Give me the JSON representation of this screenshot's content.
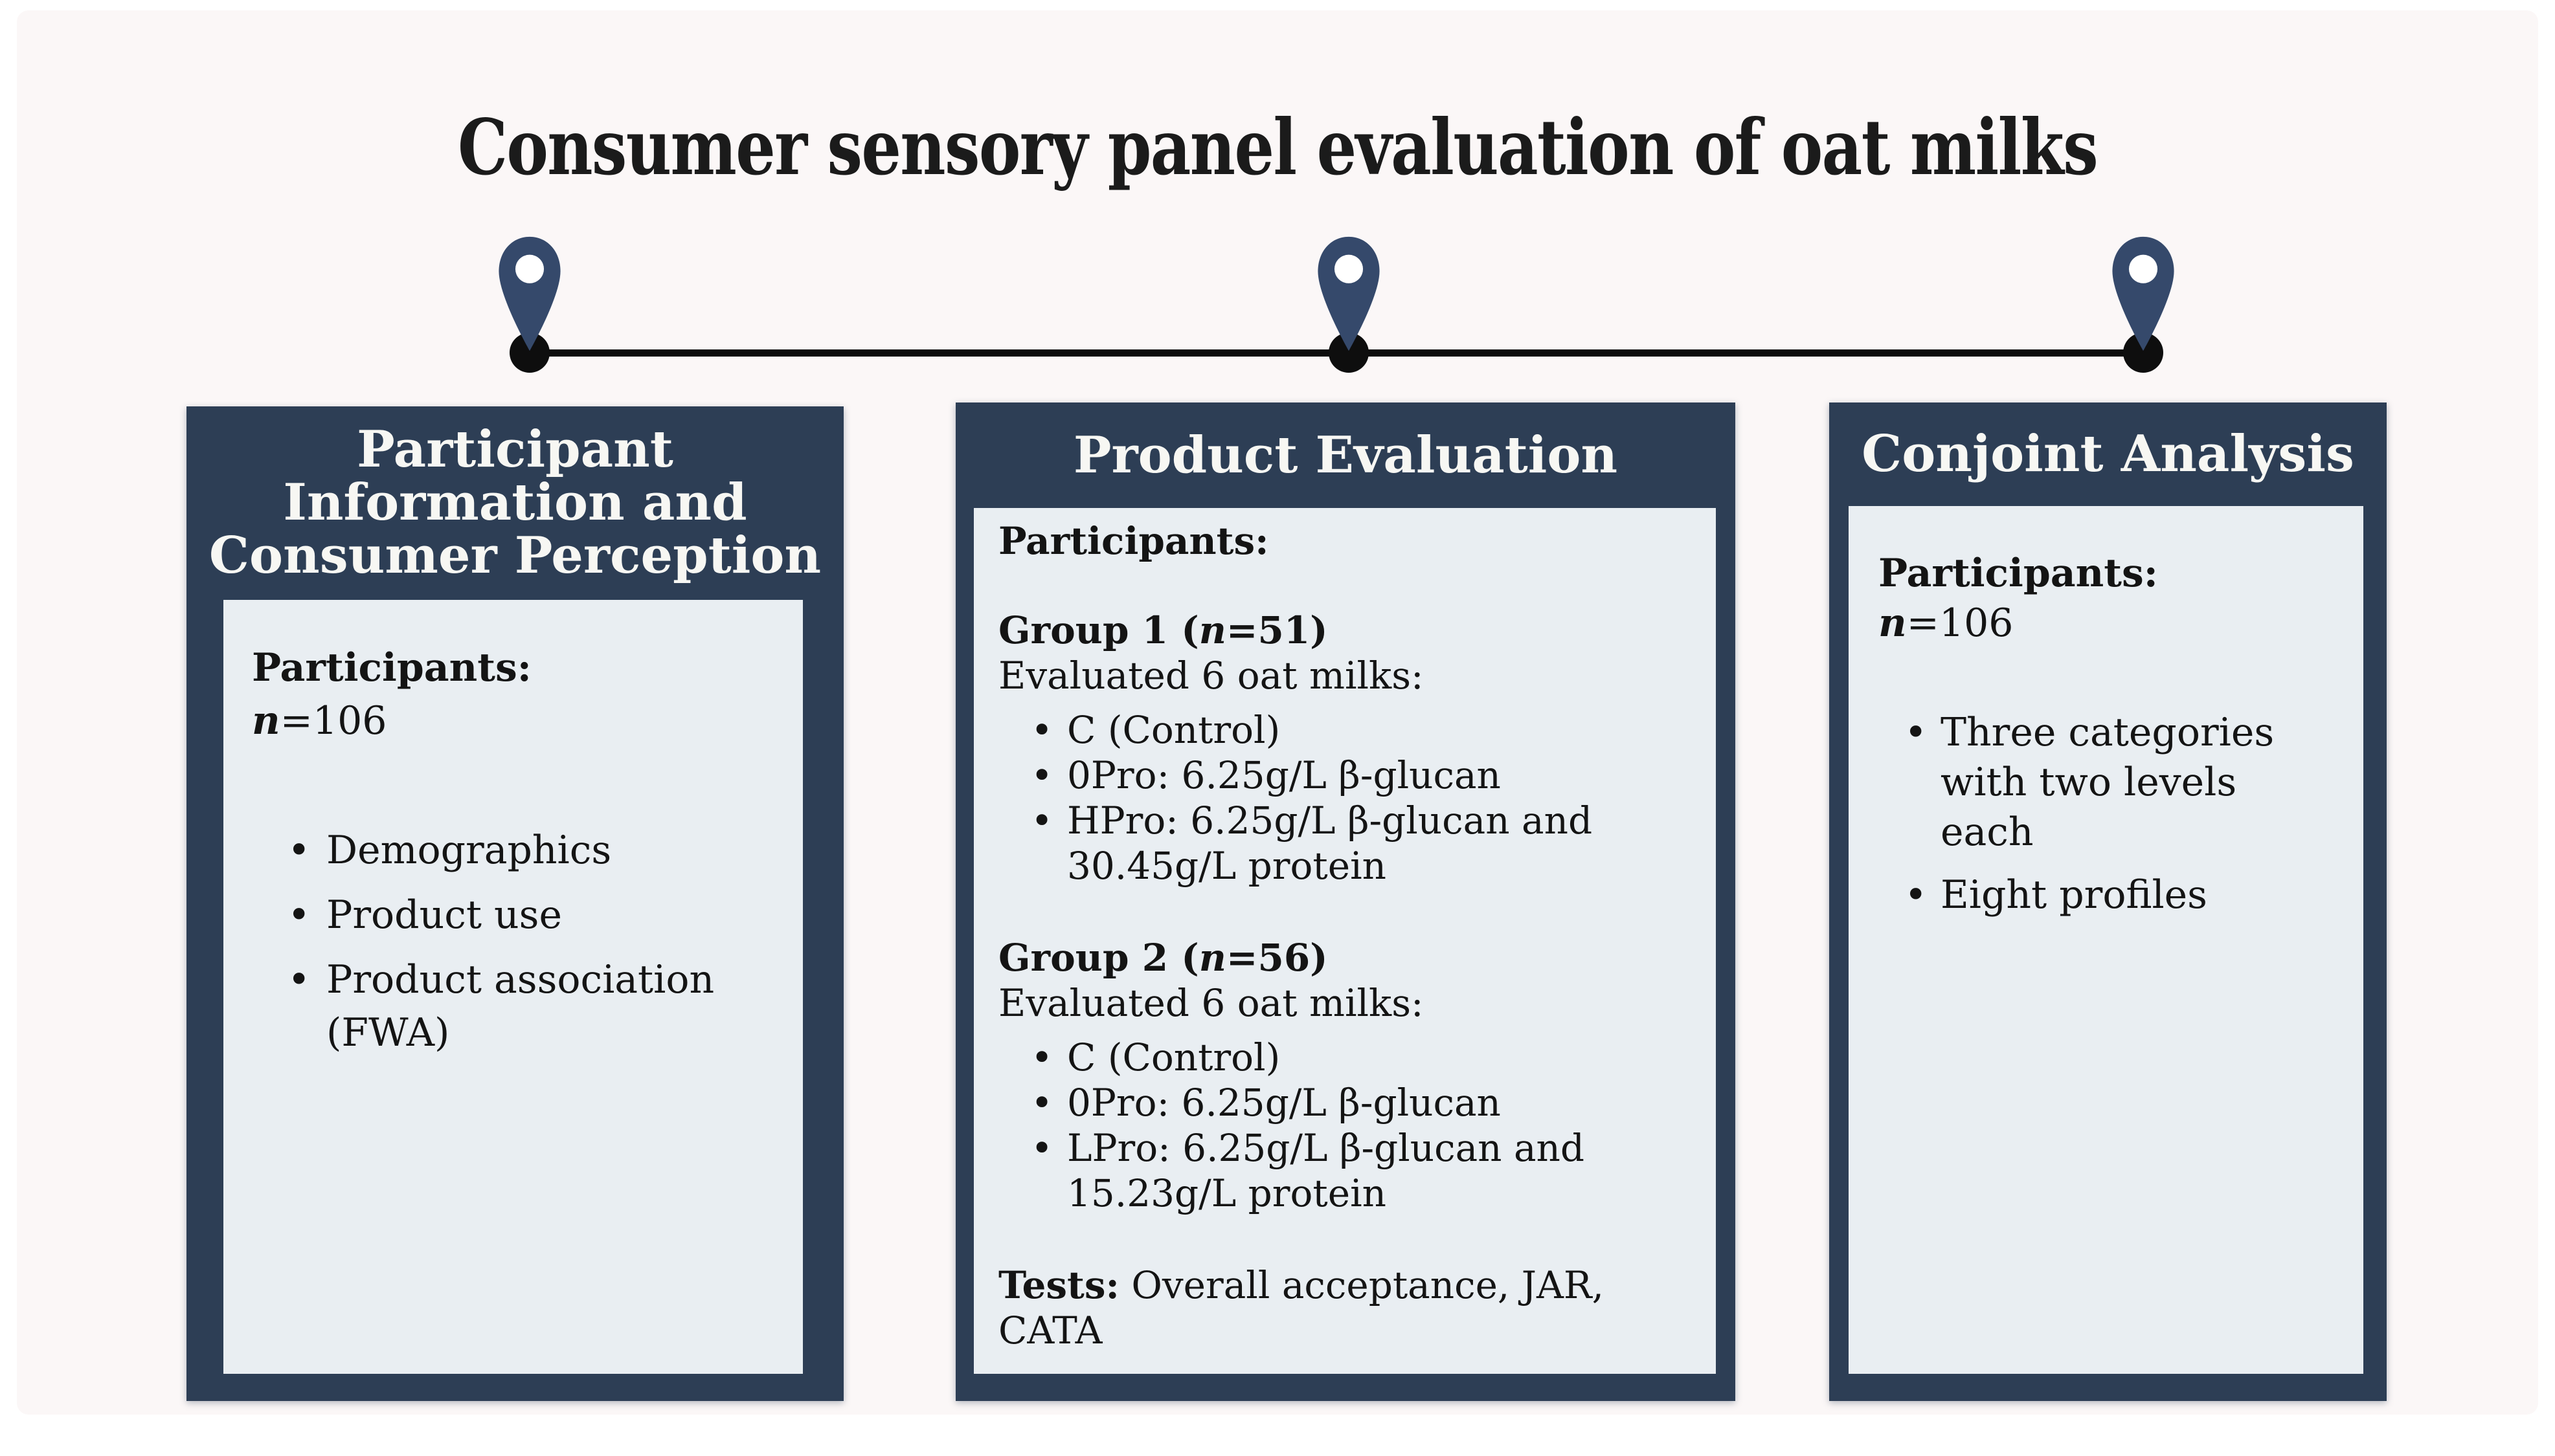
{
  "title": "Consumer sensory panel evaluation of oat milks",
  "colors": {
    "panel_navy": "#2d3e55",
    "pin_navy": "#35496b",
    "inner_box": "#e9eef2",
    "timeline_black": "#0b0b0b",
    "page_background": "#fbf7f7",
    "header_text": "#f7f7f3",
    "body_text": "#141414"
  },
  "timeline": {
    "marker_icon": "map-pin-icon",
    "marker_count": 3
  },
  "panels": {
    "left": {
      "header": "Participant\nInformation and\nConsumer Perception",
      "participants_label": "Participants:",
      "n_italic": "n",
      "n_value": "=106",
      "bullets": [
        "Demographics",
        "Product use",
        "Product association (FWA)"
      ]
    },
    "middle": {
      "header": "Product Evaluation",
      "participants_label": "Participants:",
      "group1": {
        "title_pre": "Group 1 (",
        "title_n": "n",
        "title_post": "=51)",
        "intro": "Evaluated 6 oat milks:",
        "bullets": [
          "C (Control)",
          "0Pro: 6.25g/L β-glucan",
          "HPro: 6.25g/L β-glucan and 30.45g/L protein"
        ]
      },
      "group2": {
        "title_pre": "Group 2 (",
        "title_n": "n",
        "title_post": "=56)",
        "intro": "Evaluated 6 oat milks:",
        "bullets": [
          "C (Control)",
          "0Pro: 6.25g/L β-glucan",
          "LPro: 6.25g/L β-glucan and 15.23g/L protein"
        ]
      },
      "tests_label": "Tests:",
      "tests_value": " Overall acceptance, JAR, CATA"
    },
    "right": {
      "header": "Conjoint Analysis",
      "participants_label": "Participants:",
      "n_italic": "n",
      "n_value": "=106",
      "bullets": [
        "Three categories with two levels each",
        "Eight profiles"
      ]
    }
  }
}
